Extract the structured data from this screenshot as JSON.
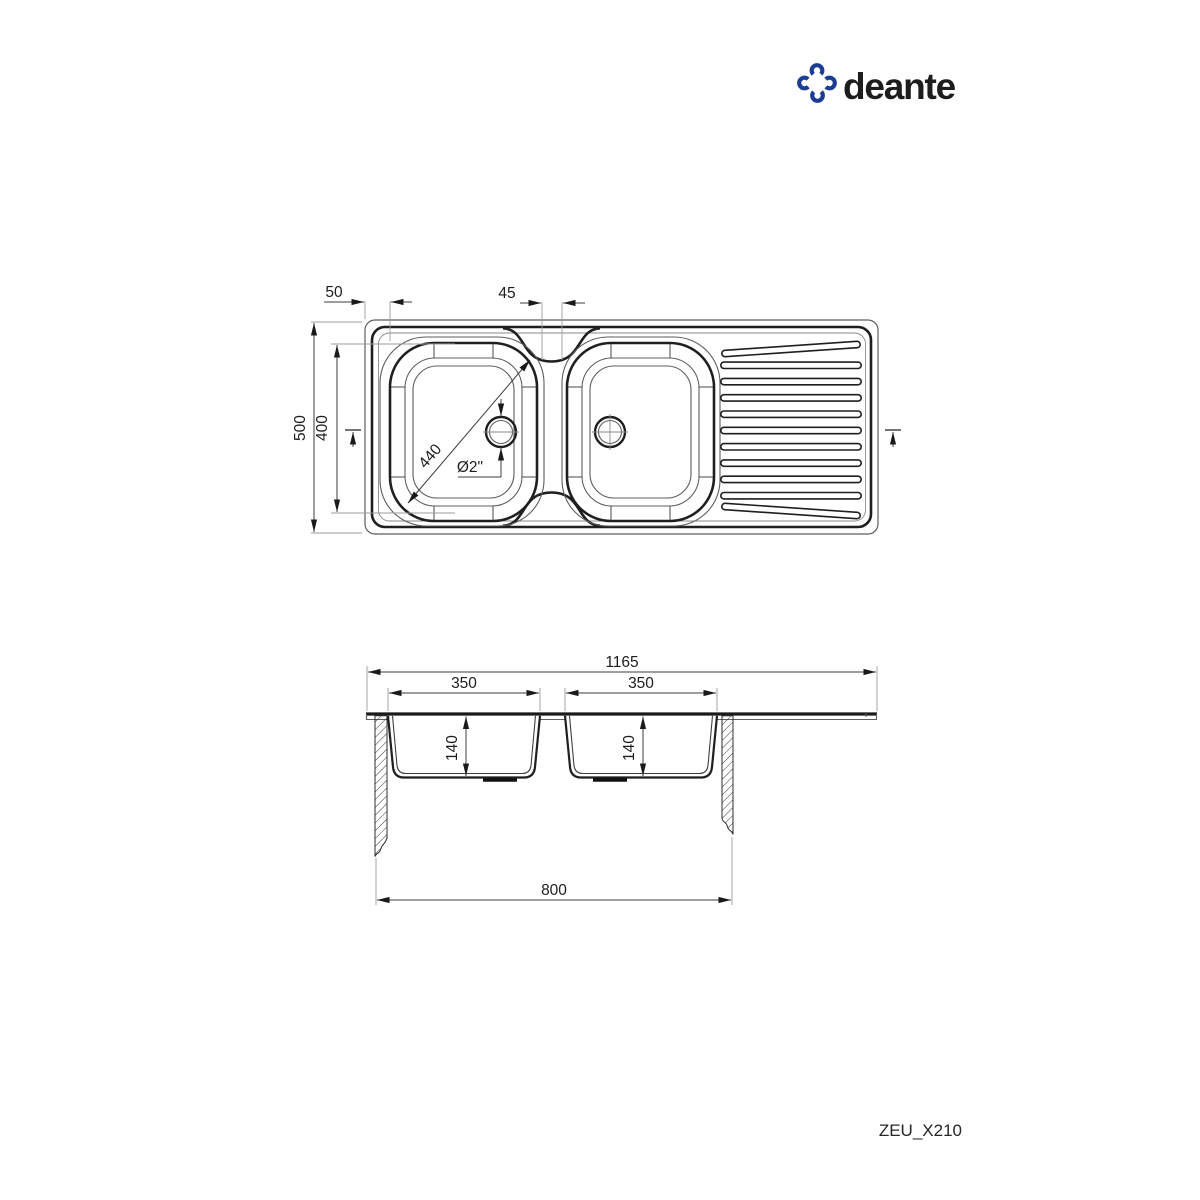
{
  "brand": {
    "wordmark": "deante",
    "color": "#1b3e94"
  },
  "product_code": "ZEU_X210",
  "top_view": {
    "rim_offset": "50",
    "bowl_gap": "45",
    "overall_depth": "500",
    "bowl_length": "400",
    "bowl_diagonal": "440",
    "drain_diameter": "Ø2\""
  },
  "front_view": {
    "overall_width": "1165",
    "left_bowl_width": "350",
    "right_bowl_width": "350",
    "left_bowl_depth": "140",
    "right_bowl_depth": "140",
    "mounting_width": "800"
  }
}
